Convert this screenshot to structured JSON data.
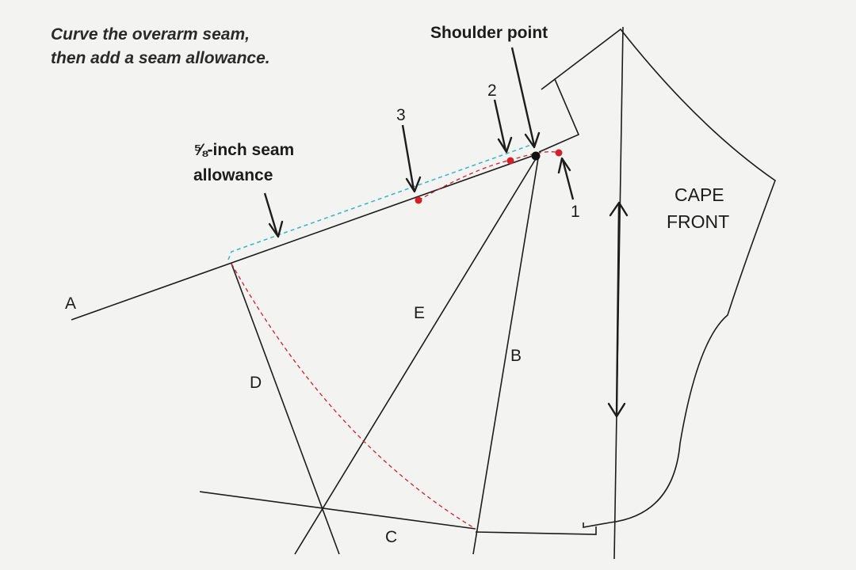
{
  "instructions": {
    "line1": "Curve the overarm seam,",
    "line2": "then add a seam allowance."
  },
  "callouts": {
    "shoulder_point": "Shoulder point",
    "seam_allowance_line1": "⅝-inch seam",
    "seam_allowance_line2": "allowance",
    "marker_1": "1",
    "marker_2": "2",
    "marker_3": "3"
  },
  "line_labels": {
    "a": "A",
    "b": "B",
    "c": "C",
    "d": "D",
    "e": "E"
  },
  "pattern_piece": {
    "line1": "CAPE",
    "line2": "FRONT"
  },
  "colors": {
    "construction_lines": "#1c1c1c",
    "curve_and_points": "#d2202c",
    "seam_allowance": "#33b5c8",
    "shoulder_point": "#111111",
    "background": "#f3f3f1"
  }
}
